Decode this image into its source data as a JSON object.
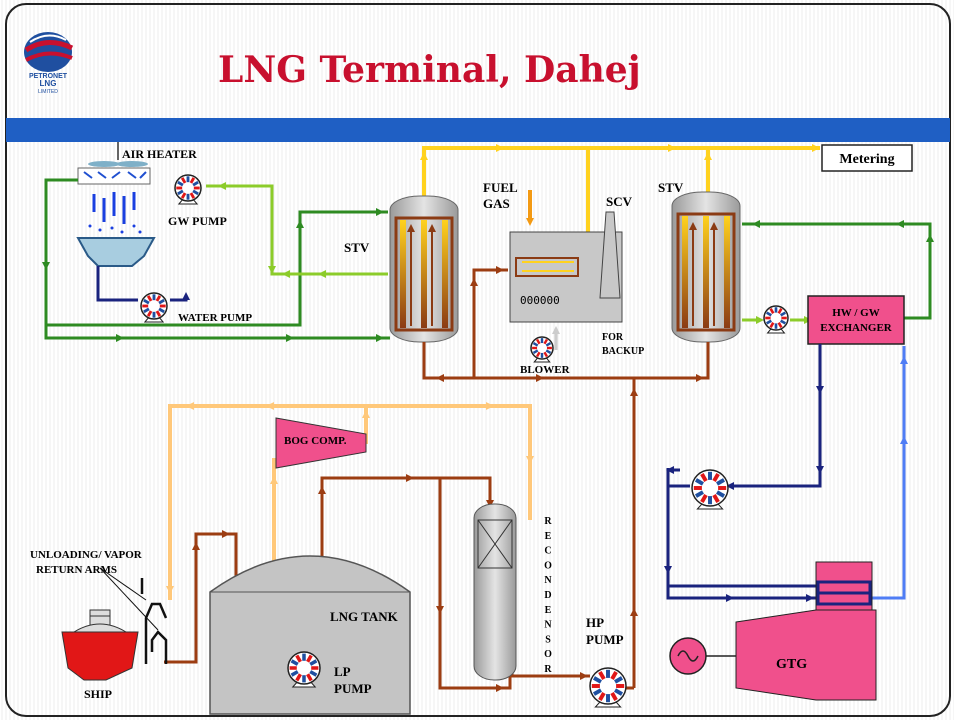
{
  "title": "LNG Terminal, Dahej",
  "logo": {
    "line1": "PETRONET",
    "line2": "LNG",
    "line3": "LIMITED"
  },
  "labels": {
    "air_heater": "AIR HEATER",
    "gw_pump": "GW PUMP",
    "water_pump": "WATER PUMP",
    "stv_left": "STV",
    "stv_right": "STV",
    "fuel": "FUEL",
    "gas": "GAS",
    "scv": "SCV",
    "blower": "BLOWER",
    "for": "FOR",
    "backup": "BACKUP",
    "metering": "Metering",
    "hw_gw_line1": "HW / GW",
    "hw_gw_line2": "EXCHANGER",
    "bog_comp": "BOG COMP.",
    "unloading_line1": "UNLOADING/ VAPOR",
    "unloading_line2": "RETURN ARMS",
    "ship": "SHIP",
    "lng_tank": "LNG TANK",
    "lp": "LP",
    "pump": "PUMP",
    "hp": "HP",
    "hp_pump": "PUMP",
    "gtg": "GTG",
    "scv_display": "000000",
    "recondensor": [
      "R",
      "E",
      "C",
      "O",
      "N",
      "D",
      "E",
      "N",
      "S",
      "O",
      "R"
    ]
  },
  "colors": {
    "title": "#c8102e",
    "banner": "#1f5fc4",
    "vapor": "#ffd21f",
    "boil_off": "#ffc87a",
    "lng": "#9c3d12",
    "water": "#2e8b22",
    "water_light": "#8ccc2a",
    "hot_water": "#1a237e",
    "hot_water_return": "#4f7df5",
    "fuel_gas": "#f39a13",
    "magenta": "#f0508c"
  }
}
